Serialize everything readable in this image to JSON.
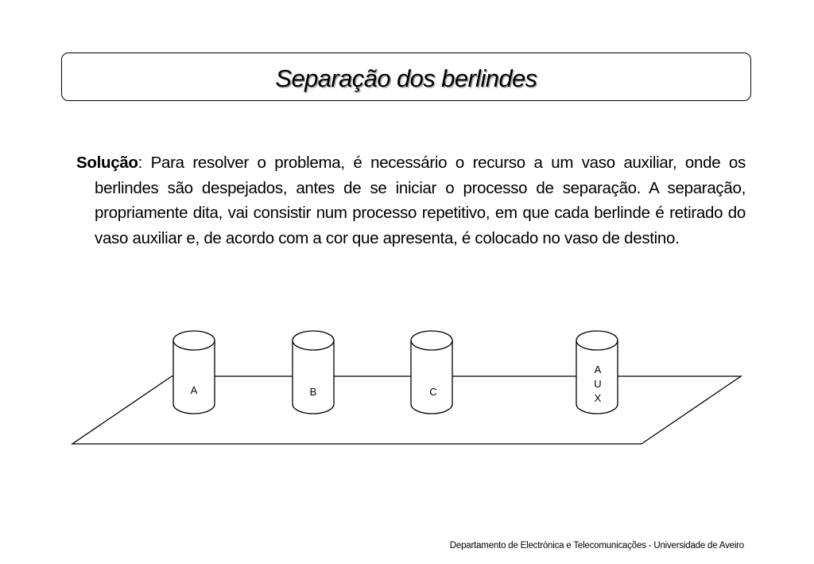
{
  "slide": {
    "title": "Separação dos berlindes",
    "solution_label": "Solução",
    "solution_text": ": Para resolver o problema, é necessário o recurso a um vaso auxiliar, onde os berlindes são despejados, antes de se iniciar o processo de separação. A separação, propriamente dita, vai consistir num processo repetitivo, em que cada berlinde é retirado do vaso auxiliar e, de acordo com a cor que apresenta, é colocado no vaso de destino."
  },
  "diagram": {
    "vessels": [
      {
        "label_lines": [
          "A"
        ]
      },
      {
        "label_lines": [
          "B"
        ]
      },
      {
        "label_lines": [
          "C"
        ]
      },
      {
        "label_lines": [
          "A",
          "U",
          "X"
        ]
      }
    ]
  },
  "footer": {
    "text": "Departamento de Electrónica e Telecomunicações - Universidade de Aveiro"
  }
}
